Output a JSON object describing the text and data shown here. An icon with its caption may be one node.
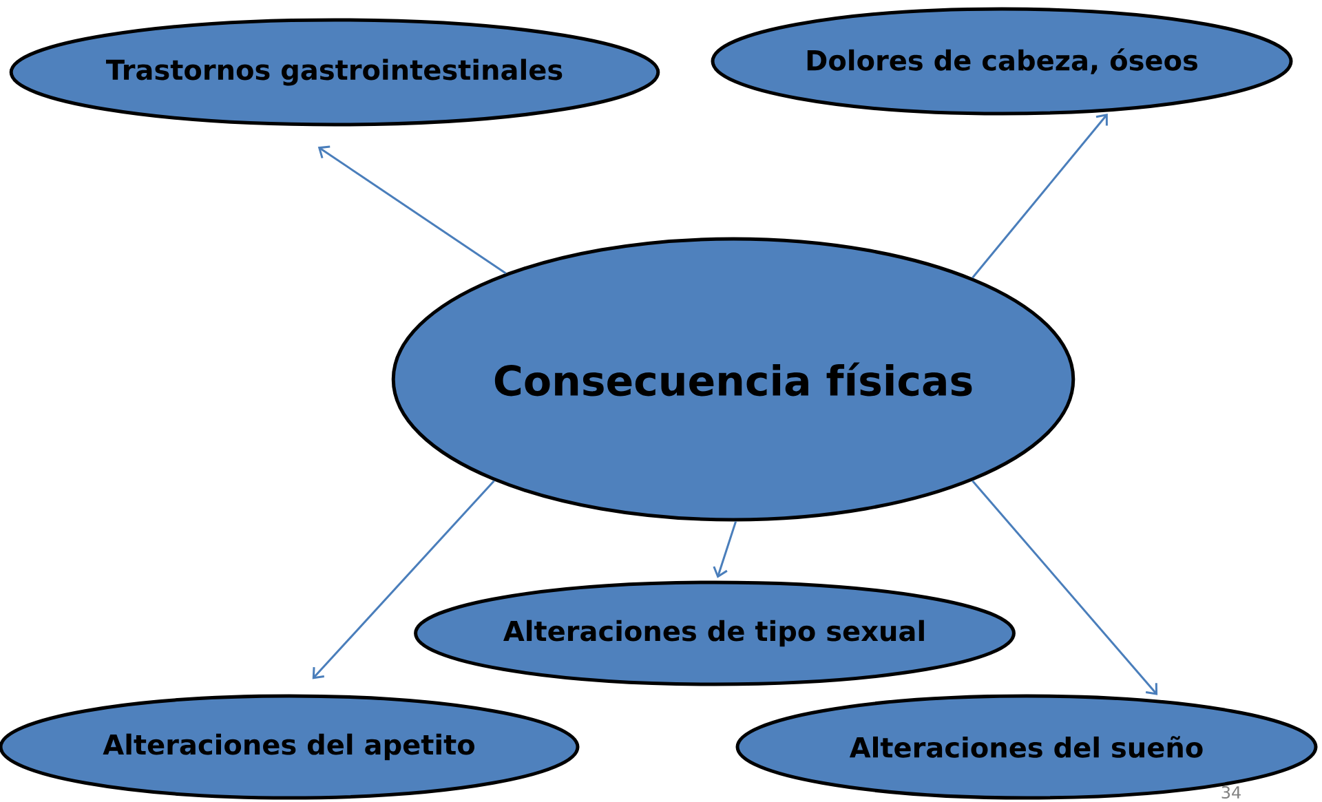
{
  "diagram": {
    "nodes": [
      {
        "text": [
          "Trastornos gastrointestinales"
        ]
      },
      {
        "text": [
          "Dolores de cabeza, óseos"
        ]
      },
      {
        "text": [
          "Consecuencia físicas"
        ]
      },
      {
        "text": [
          "Alteraciones de tipo sexual"
        ]
      },
      {
        "text": [
          "Alteraciones del apetito"
        ]
      },
      {
        "text": [
          "Alteraciones del sueño"
        ]
      }
    ],
    "edges": [
      {
        "from": 2,
        "to": 0,
        "arrow": "to"
      },
      {
        "from": 2,
        "to": 1,
        "arrow": "to"
      },
      {
        "from": 2,
        "to": 3,
        "arrow": "to"
      },
      {
        "from": 2,
        "to": 4,
        "arrow": "to"
      },
      {
        "from": 2,
        "to": 5,
        "arrow": "to"
      }
    ],
    "labels": [
      "34"
    ]
  }
}
